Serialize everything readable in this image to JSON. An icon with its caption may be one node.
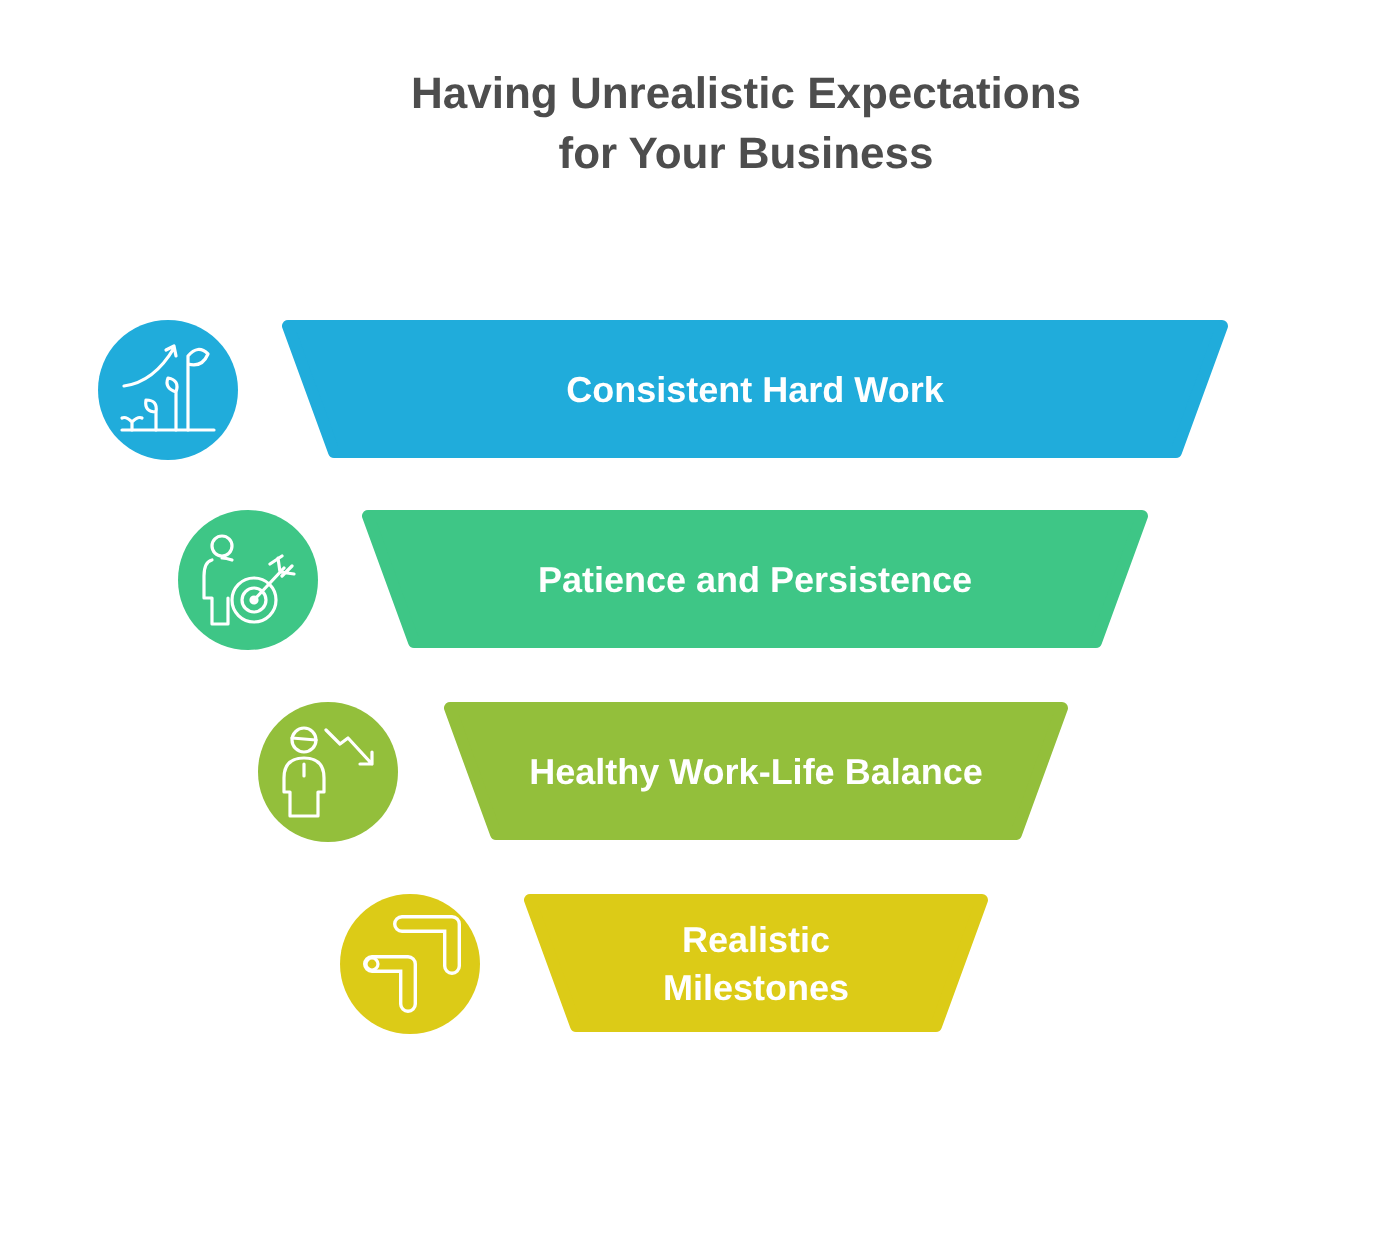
{
  "diagram": {
    "title": "Having Unrealistic Expectations for Your Business",
    "nodes": [
      {
        "text": [
          "Consistent Hard Work"
        ]
      },
      {
        "text": [
          "Patience and Persistence"
        ]
      },
      {
        "text": [
          "Healthy Work-Life Balance"
        ]
      },
      {
        "text": [
          "Realistic Milestones"
        ]
      }
    ]
  }
}
